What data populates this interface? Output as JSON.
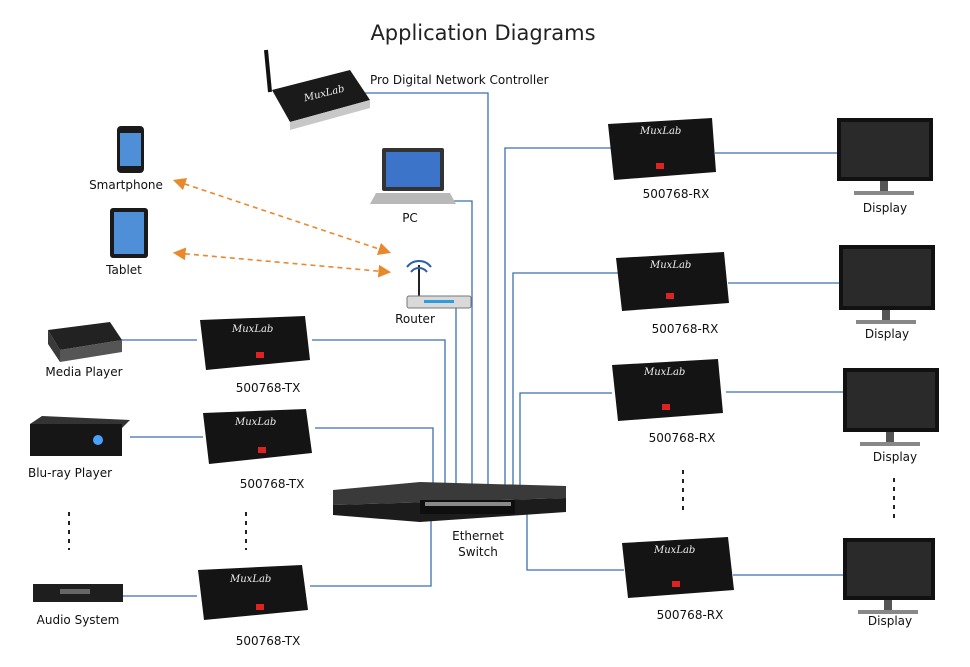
{
  "title": "Application Diagrams",
  "labels": {
    "controller": "Pro Digital Network Controller",
    "pc": "PC",
    "router": "Router",
    "smartphone": "Smartphone",
    "tablet": "Tablet",
    "media_player": "Media Player",
    "bluray_player": "Blu-ray Player",
    "audio_system": "Audio System",
    "switch_line1": "Ethernet",
    "switch_line2": "Switch",
    "tx": "500768-TX",
    "rx": "500768-RX",
    "display": "Display",
    "brand": "MuxLab"
  },
  "colors": {
    "link": "#3d6fb0",
    "wireless": "#e8892e",
    "device": "#1b1b1b"
  },
  "icons": [
    "router-icon",
    "switch-icon",
    "laptop-icon",
    "smartphone-icon",
    "tablet-icon",
    "monitor-icon",
    "extender-icon"
  ]
}
